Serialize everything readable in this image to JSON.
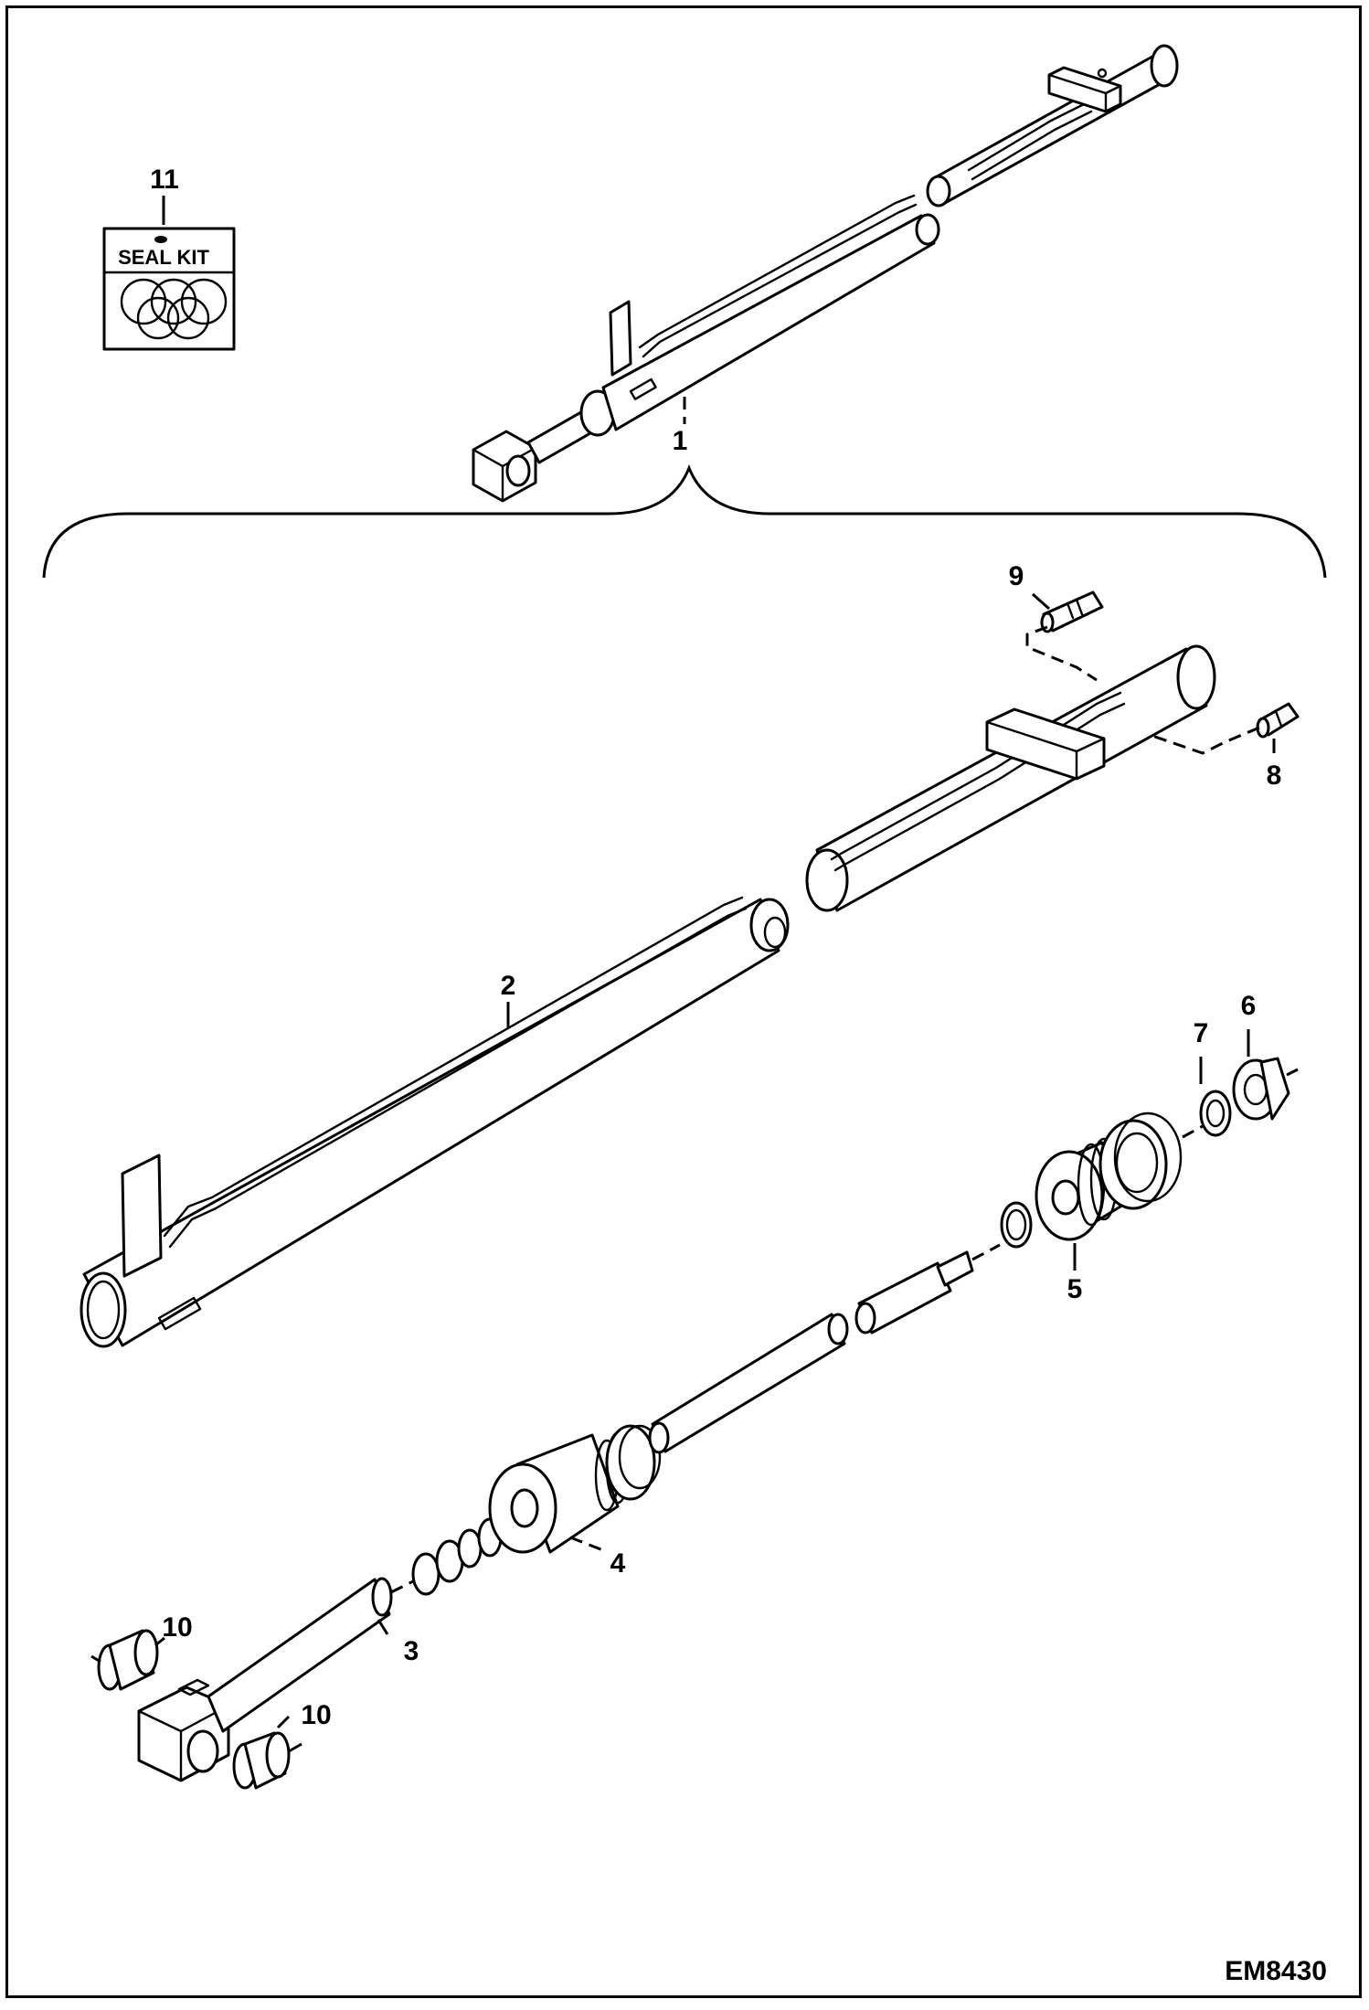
{
  "figure_id": "EM8430",
  "seal_kit": {
    "label": "SEAL KIT"
  },
  "callouts": {
    "c1": "1",
    "c2": "2",
    "c3": "3",
    "c4": "4",
    "c5": "5",
    "c6": "6",
    "c7": "7",
    "c8": "8",
    "c9": "9",
    "c10a": "10",
    "c10b": "10",
    "c11": "11"
  }
}
